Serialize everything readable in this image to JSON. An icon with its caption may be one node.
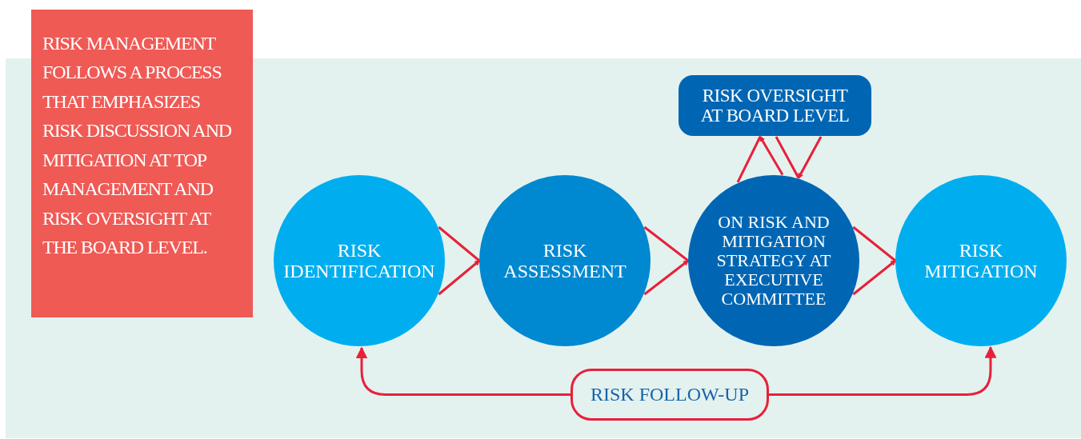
{
  "diagram": {
    "nodes": [
      {
        "text": [
          "RISK MANAGEMENT FOLLOWS A PROCESS THAT EMPHASIZES RISK DISCUSSION AND MITIGATION AT TOP MANAGEMENT AND RISK OVERSIGHT AT THE BOARD LEVEL."
        ]
      },
      {
        "text": [
          "RISK IDENTIFICATION"
        ]
      },
      {
        "text": [
          "RISK ASSESSMENT"
        ]
      },
      {
        "text": [
          "RISK OVERSIGHT AT BOARD LEVEL"
        ]
      },
      {
        "text": [
          "ON RISK AND MITIGATION STRATEGY AT EXECUTIVE COMMITTEE"
        ]
      },
      {
        "text": [
          "RISK MITIGATION"
        ]
      },
      {
        "text": [
          "RISK FOLLOW-UP"
        ]
      }
    ],
    "edges": [
      {
        "from": 1,
        "to": 2,
        "arrow": "to"
      },
      {
        "from": 2,
        "to": 4,
        "arrow": "to"
      },
      {
        "from": 4,
        "to": 5,
        "arrow": "to"
      },
      {
        "from": 4,
        "to": 3,
        "arrow": "to"
      },
      {
        "from": 3,
        "to": 4,
        "arrow": "to"
      },
      {
        "from": 6,
        "to": 1,
        "arrow": "to"
      },
      {
        "from": 6,
        "to": 5,
        "arrow": "to"
      }
    ]
  }
}
